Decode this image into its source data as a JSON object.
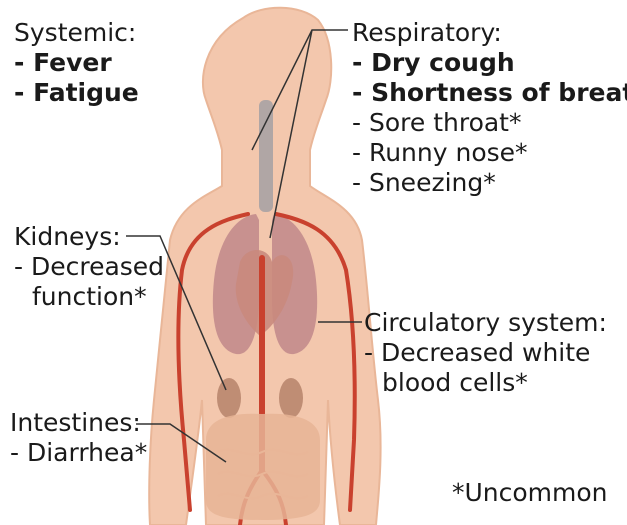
{
  "systemic": {
    "heading": "Systemic:",
    "major": [
      "- Fever",
      "- Fatigue"
    ]
  },
  "respiratory": {
    "heading": "Respiratory:",
    "major": [
      "- Dry cough",
      "- Shortness of breath"
    ],
    "minor": [
      "- Sore throat*",
      "- Runny nose*",
      "- Sneezing*"
    ]
  },
  "kidneys": {
    "heading": "Kidneys:",
    "minor": [
      "- Decreased",
      "function*"
    ]
  },
  "circulatory": {
    "heading": "Circulatory system:",
    "minor": [
      "- Decreased white",
      "blood cells*"
    ]
  },
  "intestines": {
    "heading": "Intestines:",
    "minor": [
      "- Diarrhea*"
    ]
  },
  "footnote": "*Uncommon",
  "colors": {
    "skin": "#f3c7ad",
    "skin_edge": "#e9b698",
    "artery": "#c9412e",
    "lung": "#b97f86",
    "heart": "#c98a7d",
    "kidney": "#b5826a",
    "intestine": "#e6b495",
    "trachea": "#a9a2a4",
    "leader": "#333333"
  }
}
